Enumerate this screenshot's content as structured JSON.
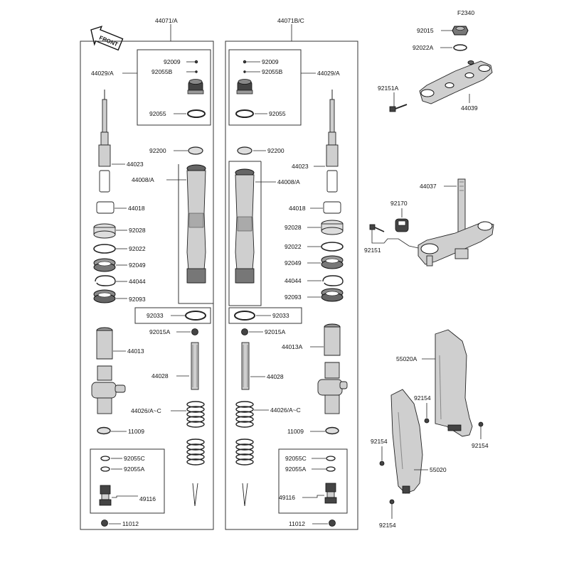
{
  "figure_code": "F2340",
  "front_badge": "FRONT",
  "left_fork": {
    "assembly": "44071/A",
    "labels": {
      "l92009": "92009",
      "l92055B": "92055B",
      "l44029": "44029/A",
      "l92055": "92055",
      "l92200": "92200",
      "l44023": "44023",
      "l44008": "44008/A",
      "l44018": "44018",
      "l92028": "92028",
      "l92022": "92022",
      "l92049": "92049",
      "l44044": "44044",
      "l92093": "92093",
      "l92033": "92033",
      "l92015A": "92015A",
      "l44013": "44013",
      "l44028": "44028",
      "l44026": "44026/A~C",
      "l11009": "11009",
      "l92055C": "92055C",
      "l92055A": "92055A",
      "l49116": "49116",
      "l11012": "11012"
    }
  },
  "right_fork": {
    "assembly": "44071B/C",
    "labels": {
      "l92009": "92009",
      "l92055B": "92055B",
      "l44029": "44029/A",
      "l92055": "92055",
      "l92200": "92200",
      "l44023": "44023",
      "l44008": "44008/A",
      "l44018": "44018",
      "l92028": "92028",
      "l92022": "92022",
      "l92049": "92049",
      "l44044": "44044",
      "l92093": "92093",
      "l92033": "92033",
      "l92015A": "92015A",
      "l44013A": "44013A",
      "l44028": "44028",
      "l44026": "44026/A~C",
      "l11009": "11009",
      "l92055C": "92055C",
      "l92055A": "92055A",
      "l49116": "49116",
      "l11012": "11012"
    }
  },
  "steering": {
    "l92015": "92015",
    "l92022A": "92022A",
    "l92151A": "92151A",
    "l44039": "44039",
    "l44037": "44037",
    "l92170": "92170",
    "l92151": "92151"
  },
  "guards": {
    "l55020A": "55020A",
    "l92154a": "92154",
    "l92154b": "92154",
    "l92154c": "92154",
    "l55020": "55020",
    "l92154d": "92154"
  }
}
